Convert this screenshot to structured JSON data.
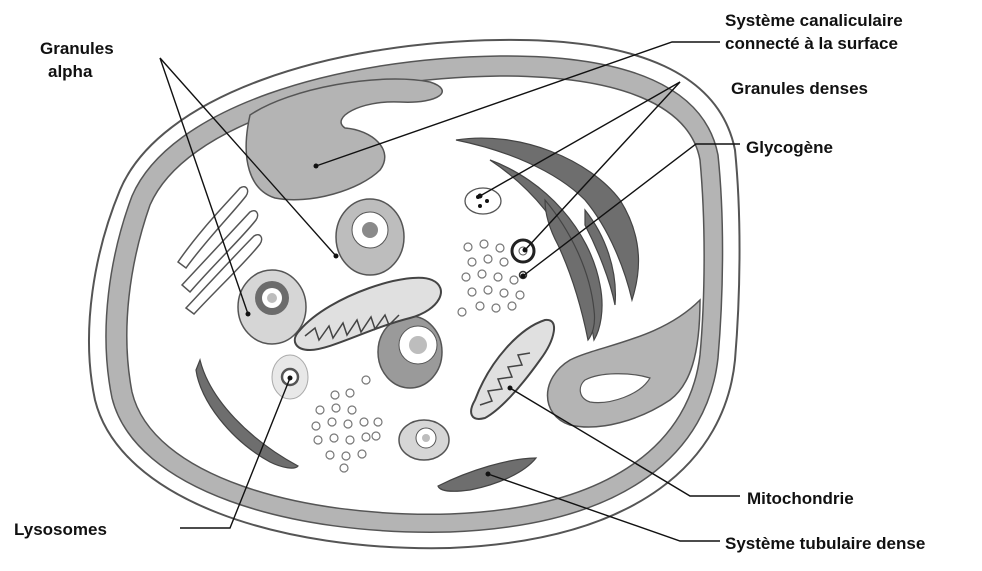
{
  "labels": {
    "alpha_line1": "Granules",
    "alpha_line2": "alpha",
    "canal_line1": "Système canaliculaire",
    "canal_line2": "connecté à la surface",
    "dense_granules": "Granules denses",
    "glycogen": "Glycogène",
    "mitochondria": "Mitochondrie",
    "lysosomes": "Lysosomes",
    "dense_tubular": "Système tubulaire dense"
  }
}
